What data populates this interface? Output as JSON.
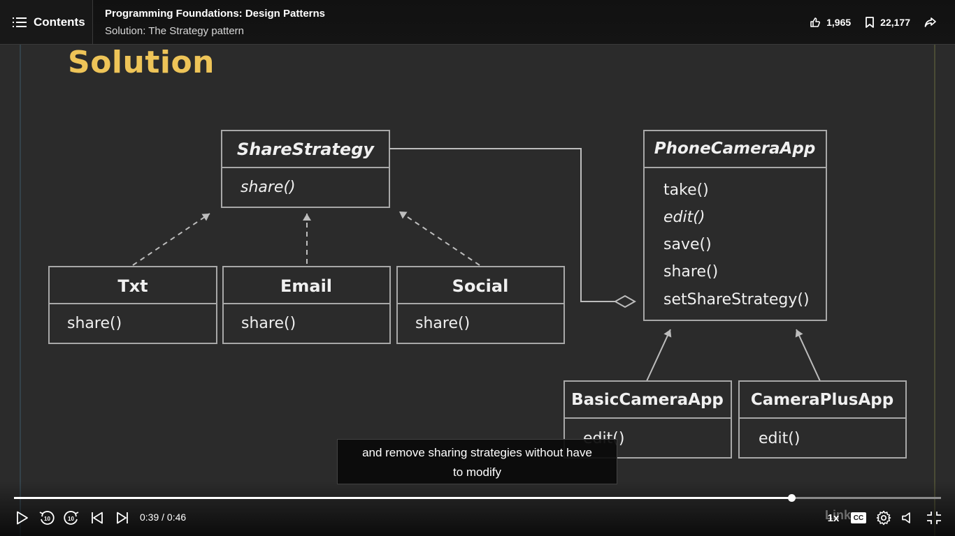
{
  "header": {
    "contents_label": "Contents",
    "course_title": "Programming Foundations: Design Patterns",
    "video_title": "Solution: The Strategy pattern",
    "likes": "1,965",
    "saves": "22,177"
  },
  "slide": {
    "title": "Solution",
    "share_strategy": {
      "name": "ShareStrategy",
      "method": "share()"
    },
    "implementations": [
      {
        "name": "Txt",
        "method": "share()"
      },
      {
        "name": "Email",
        "method": "share()"
      },
      {
        "name": "Social",
        "method": "share()"
      }
    ],
    "phone_camera_app": {
      "name": "PhoneCameraApp",
      "methods": [
        "take()",
        "edit()",
        "save()",
        "share()",
        "setShareStrategy()"
      ]
    },
    "subclasses": [
      {
        "name": "BasicCameraApp",
        "method": "edit()"
      },
      {
        "name": "CameraPlusApp",
        "method": "edit()"
      }
    ],
    "watermark": "Link"
  },
  "caption": {
    "line1": "and remove sharing strategies without have",
    "line2": "to modify"
  },
  "player": {
    "current_time": "0:39",
    "duration": "0:46",
    "time_text": "0:39 / 0:46",
    "progress_fraction": 0.8385,
    "speed": "1x",
    "cc_label": "CC",
    "skip_seconds": "10"
  },
  "colors": {
    "slide_title": "#eec458",
    "background": "#2b2b2b",
    "uml_line": "#bdbdbd"
  }
}
